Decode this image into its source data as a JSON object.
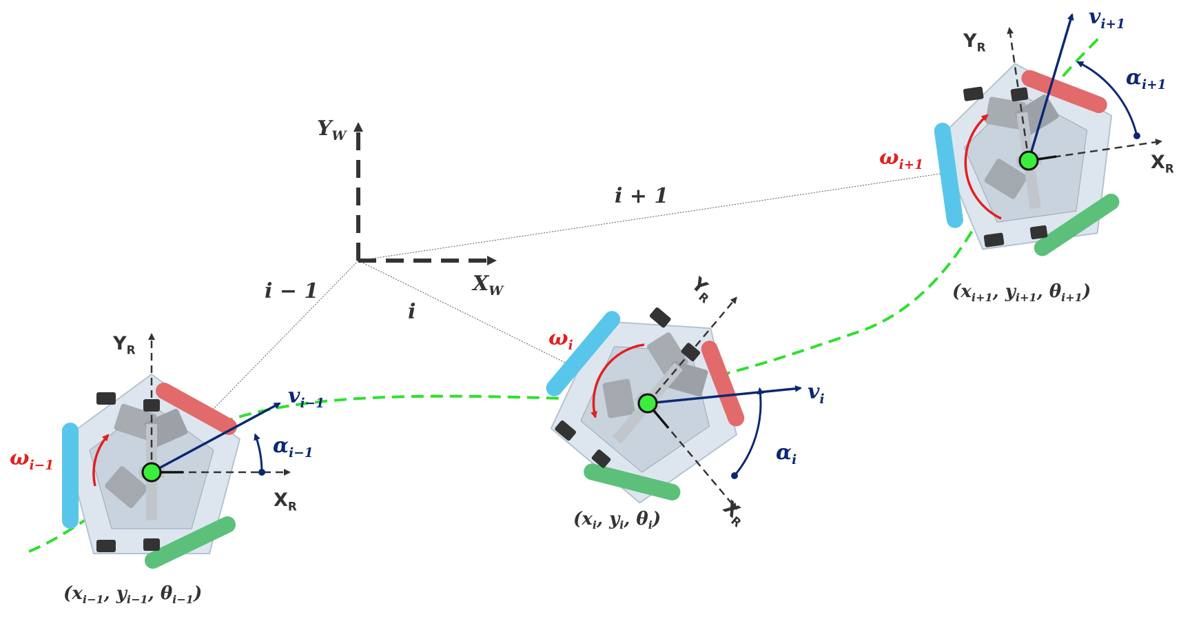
{
  "colors": {
    "world_axes": "#333333",
    "robot_axes": "#333333",
    "trajectory": "#2fe02f",
    "omega": "#e31f1f",
    "velocity": "#0b2872",
    "alpha": "#0b2872",
    "text": "#333333",
    "center_marker": "#3cee3c"
  },
  "world": {
    "x_sym": "X",
    "x_sub": "W",
    "y_sym": "Y",
    "y_sub": "W"
  },
  "index_lines": {
    "prev": "i − 1",
    "curr": "i",
    "next": "i + 1"
  },
  "robots": [
    {
      "id": "prev",
      "pose": {
        "x_sub": "i−1",
        "y_sub": "i−1",
        "theta_sub": "i−1"
      },
      "omega": {
        "sym": "ω",
        "sub": "i−1"
      },
      "velocity": {
        "sym": "v",
        "sub": "i−1"
      },
      "alpha": {
        "sym": "α",
        "sub": "i−1"
      },
      "x_axis": {
        "sym": "X",
        "sub": "R"
      },
      "y_axis": {
        "sym": "Y",
        "sub": "R"
      }
    },
    {
      "id": "curr",
      "pose": {
        "x_sub": "i",
        "y_sub": "i",
        "theta_sub": "i"
      },
      "omega": {
        "sym": "ω",
        "sub": "i"
      },
      "velocity": {
        "sym": "v",
        "sub": "i"
      },
      "alpha": {
        "sym": "α",
        "sub": "i"
      },
      "x_axis": {
        "sym": "X",
        "sub": "R"
      },
      "y_axis": {
        "sym": "Y",
        "sub": "R"
      }
    },
    {
      "id": "next",
      "pose": {
        "x_sub": "i+1",
        "y_sub": "i+1",
        "theta_sub": "i+1"
      },
      "omega": {
        "sym": "ω",
        "sub": "i+1"
      },
      "velocity": {
        "sym": "v",
        "sub": "i+1"
      },
      "alpha": {
        "sym": "α",
        "sub": "i+1"
      },
      "x_axis": {
        "sym": "X",
        "sub": "R"
      },
      "y_axis": {
        "sym": "Y",
        "sub": "R"
      }
    }
  ]
}
